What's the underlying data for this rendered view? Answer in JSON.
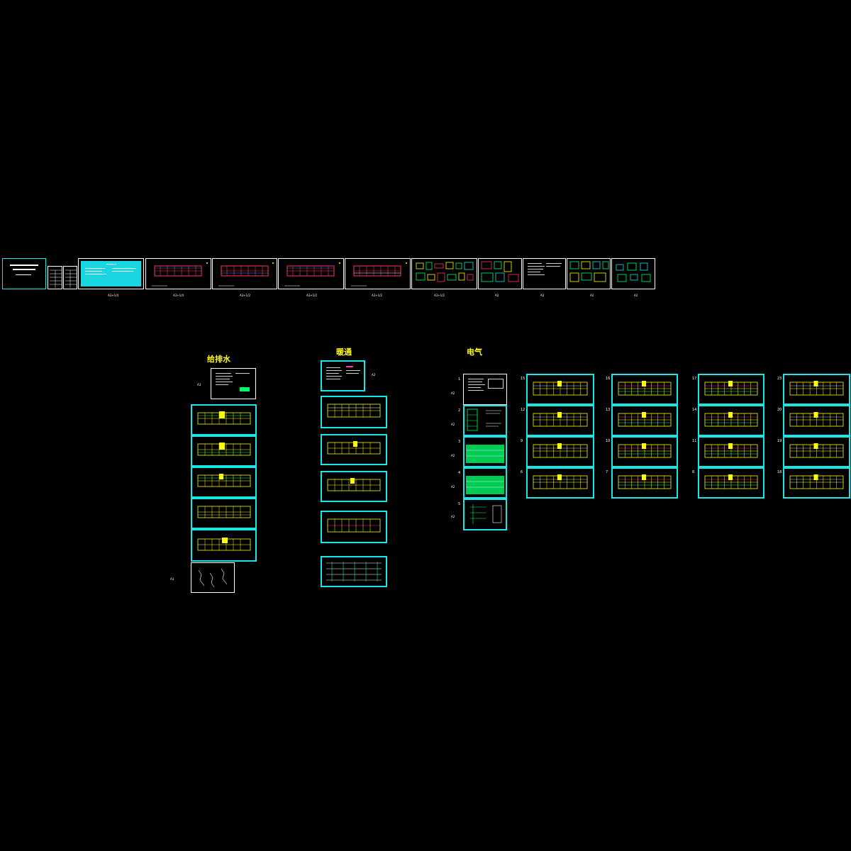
{
  "top_row": {
    "captions": [
      "A3+1/4",
      "A3+1/4",
      "A3+1/2",
      "A3+1/2",
      "A3+1/2",
      "A3+1/2",
      "A2",
      "A2",
      "A2",
      "A2"
    ]
  },
  "sections": {
    "plumbing": {
      "title": "给排水",
      "cover_size": "A3",
      "detail_size": "A3"
    },
    "hvac": {
      "title": "暖通",
      "cover_size": "A2"
    },
    "electrical": {
      "title": "电气",
      "left_numbers": [
        "1",
        "2",
        "3",
        "4",
        "5"
      ],
      "left_sizes": [
        "A2",
        "A2",
        "A2",
        "A2",
        "A2"
      ],
      "grid_numbers": [
        [
          "15",
          "16",
          "17",
          "23"
        ],
        [
          "12",
          "13",
          "14",
          "20"
        ],
        [
          "9",
          "10",
          "11",
          "19"
        ],
        [
          "6",
          "7",
          "8",
          "18"
        ]
      ]
    }
  },
  "colors": {
    "background": "#000000",
    "frame": "#19e6e6",
    "title": "#ffff00",
    "plan_lines": "#ffff00",
    "structure": "#ff3366",
    "accent_green": "#00ff66",
    "cover_fill": "#19d6e0"
  }
}
